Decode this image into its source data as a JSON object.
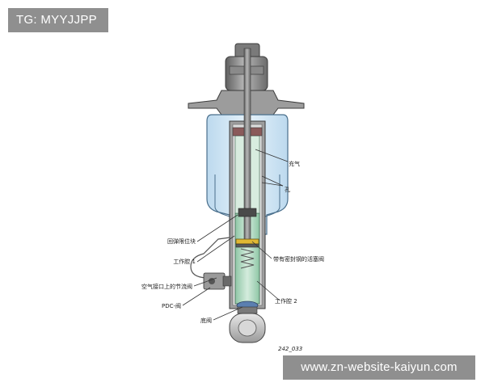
{
  "watermark_top": "TG: MYYJJPP",
  "watermark_bottom": "www.zn-website-kaiyun.com",
  "figure_id": "242_033",
  "labels": {
    "air": "充气",
    "hole": "孔",
    "bump_stop": "回弹限位块",
    "work_chamber_1": "工作腔 1",
    "piston_valve": "带有密封钢的活塞阀",
    "air_port_valve": "空气接口上的节流阀",
    "pdc_valve": "PDC-阀",
    "work_chamber_2": "工作腔 2",
    "base_valve": "底阀"
  },
  "colors": {
    "air_spring": "#cfe4f2",
    "oil": "#b9dcc6",
    "metal_dark": "#6e6e6e",
    "metal_mid": "#a6a6a6",
    "piston_band": "#e0b834",
    "watermark_bg": "#8f8f8f"
  }
}
